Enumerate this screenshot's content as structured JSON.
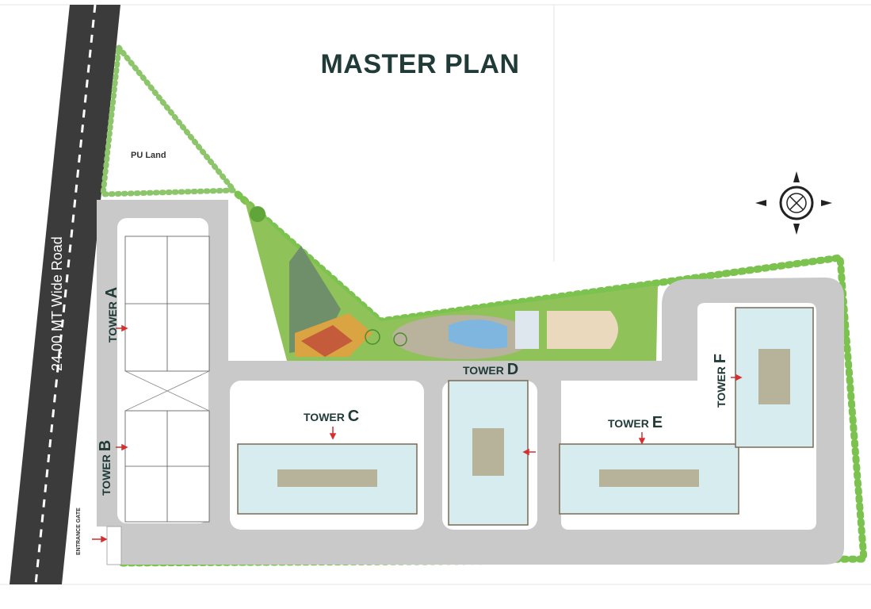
{
  "title": "MASTER PLAN",
  "road": {
    "label": "24.00 MT Wide Road"
  },
  "pu_land": "PU Land",
  "entrance_gate": "ENTRANCE GATE",
  "towers": {
    "a": {
      "prefix": "TOWER ",
      "letter": "A"
    },
    "b": {
      "prefix": "TOWER ",
      "letter": "B"
    },
    "c": {
      "prefix": "TOWER ",
      "letter": "C"
    },
    "d": {
      "prefix": "TOWER ",
      "letter": "D"
    },
    "e": {
      "prefix": "TOWER ",
      "letter": "E"
    },
    "f": {
      "prefix": "TOWER ",
      "letter": "F"
    }
  },
  "colors": {
    "title": "#1f3a37",
    "road": "#3b3b3b",
    "internal_road": "#c9c9c9",
    "greenery": "#6fbf3d",
    "pool": "#7fb6e0",
    "entry_arrow": "#d62f2f"
  },
  "compass": {
    "icon": "compass-rose-icon"
  }
}
